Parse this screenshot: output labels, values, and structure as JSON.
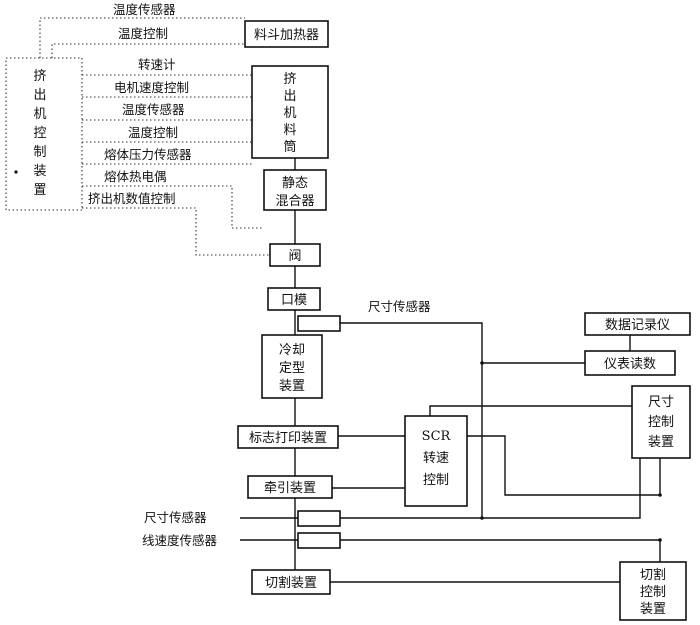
{
  "nodes": {
    "extruder_controller": [
      "挤",
      "出",
      "机",
      "控",
      "制",
      "装",
      "置"
    ],
    "hopper_heater": "料斗加热器",
    "extruder_barrel": [
      "挤",
      "出",
      "机",
      "料",
      "筒"
    ],
    "static_mixer": [
      "静态",
      "混合器"
    ],
    "valve": "阀",
    "die": "口模",
    "cooling_sizing": [
      "冷却",
      "定型",
      "装置"
    ],
    "marking_printer": "标志打印装置",
    "haul_off": "牵引装置",
    "cutter": "切割装置",
    "scr_speed_control": [
      "SCR",
      "转速",
      "控制"
    ],
    "size_control": [
      "尺寸",
      "控制",
      "装置"
    ],
    "cut_control": [
      "切割",
      "控制",
      "装置"
    ],
    "data_logger": "数据记录仪",
    "meter_readout": "仪表读数"
  },
  "signals": {
    "temp_sensor_top": "温度传感器",
    "temp_control_top": "温度控制",
    "tachometer": "转速计",
    "motor_speed_control": "电机速度控制",
    "temp_sensor": "温度传感器",
    "temp_control": "温度控制",
    "melt_pressure_sensor": "熔体压力传感器",
    "melt_thermocouple": "熔体热电偶",
    "extruder_numeric_control": "挤出机数值控制",
    "size_sensor_upper": "尺寸传感器",
    "size_sensor_lower": "尺寸传感器",
    "line_speed_sensor": "线速度传感器"
  }
}
